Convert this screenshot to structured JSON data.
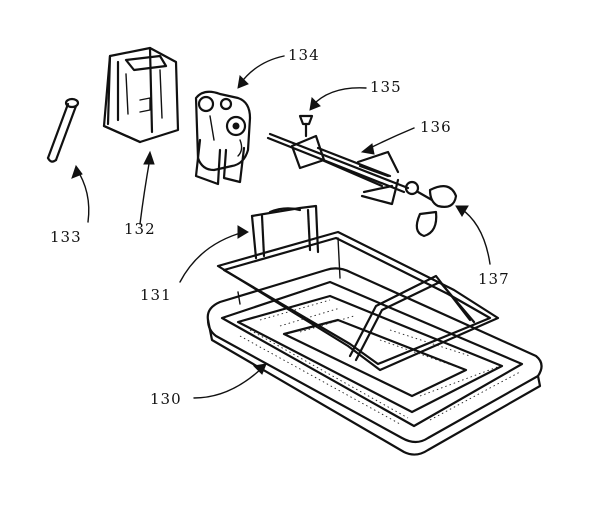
{
  "figure": {
    "reference_numerals": {
      "pan": "130",
      "rack": "131",
      "housing": "132",
      "pin": "133",
      "motor": "134",
      "screw": "135",
      "spit": "136",
      "knob": "137"
    }
  }
}
